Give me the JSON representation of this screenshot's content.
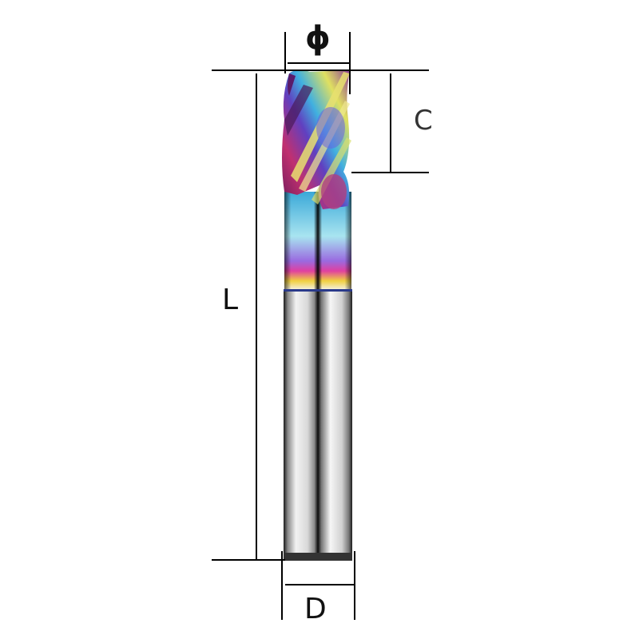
{
  "diagram": {
    "type": "technical-dimension-drawing",
    "subject": "3-flute end mill with rainbow coating",
    "labels": {
      "cutting_diameter": "ϕ",
      "cutting_length": "C",
      "overall_length": "L",
      "shank_diameter": "D"
    },
    "colors": {
      "line": "#000000",
      "background": "#ffffff",
      "shank_light": "#f4f4f4",
      "shank_dark": "#111111",
      "coating_cyan": "#5fd0e8",
      "coating_purple": "#7a2a8a",
      "coating_yellow": "#e8e060",
      "coating_magenta": "#c0408a"
    }
  }
}
